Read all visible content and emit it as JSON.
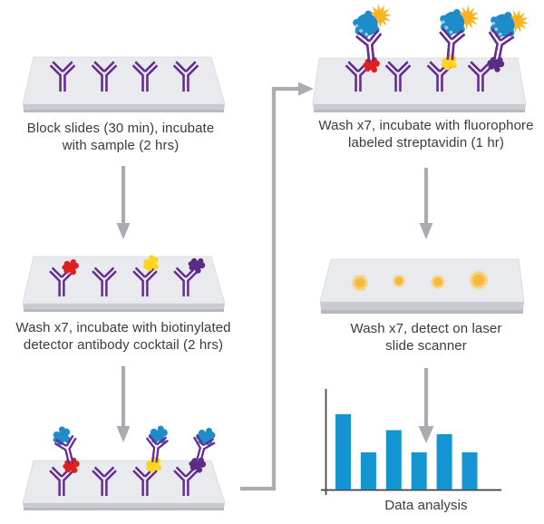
{
  "diagram": {
    "captions": {
      "step1": {
        "line1": "Block slides (30 min), incubate",
        "line2": "with sample (2 hrs)"
      },
      "step2": {
        "line1": "Wash x7, incubate with biotinylated",
        "line2": "detector antibody cocktail (2 hrs)"
      },
      "step3": {
        "line1": "Wash x7, incubate with fluorophore",
        "line2": "labeled streptavidin (1 hr)"
      },
      "step4": {
        "line1": "Wash x7, detect on laser",
        "line2": "slide scanner"
      }
    },
    "colors": {
      "antibody_purple": "#662C8F",
      "antigen_red": "#E02020",
      "antigen_yellow": "#FFD51E",
      "antigen_darkpurple": "#5B2C84",
      "streptavidin_blue": "#1E8CC9",
      "streptavidin_notch": "#8EC9E9",
      "fluorophore_gold": "#FBB322",
      "spot_outer": "#FAD27C",
      "spot_inner": "#F6B83F",
      "slide_top": "#E8EAEE",
      "slide_edge": "#D6D9DE",
      "slide_front": "#C8CBD1",
      "slide_base": "#B6BAC0",
      "arrow_gray": "#A9ADB2",
      "bar_blue": "#1495D2",
      "axis_dark": "#3F3F3F",
      "text_dark": "#3B3B3B"
    },
    "icons": [
      "capture-antibody-icon",
      "antigen-icon",
      "detector-antibody-icon",
      "biotin-icon",
      "streptavidin-icon",
      "fluorophore-star-icon",
      "signal-spot-icon",
      "microarray-slide",
      "flow-arrow"
    ]
  },
  "chart_data": {
    "type": "bar",
    "title": "",
    "xlabel": "Data analysis",
    "ylabel": "",
    "categories": [
      "",
      "",
      "",
      "",
      "",
      ""
    ],
    "values": [
      75,
      37,
      59,
      37,
      55,
      37
    ],
    "ylim": [
      0,
      100
    ],
    "grid": false,
    "legend": null,
    "bar_color": "#1495D2",
    "axis_color": "#3F3F3F"
  }
}
